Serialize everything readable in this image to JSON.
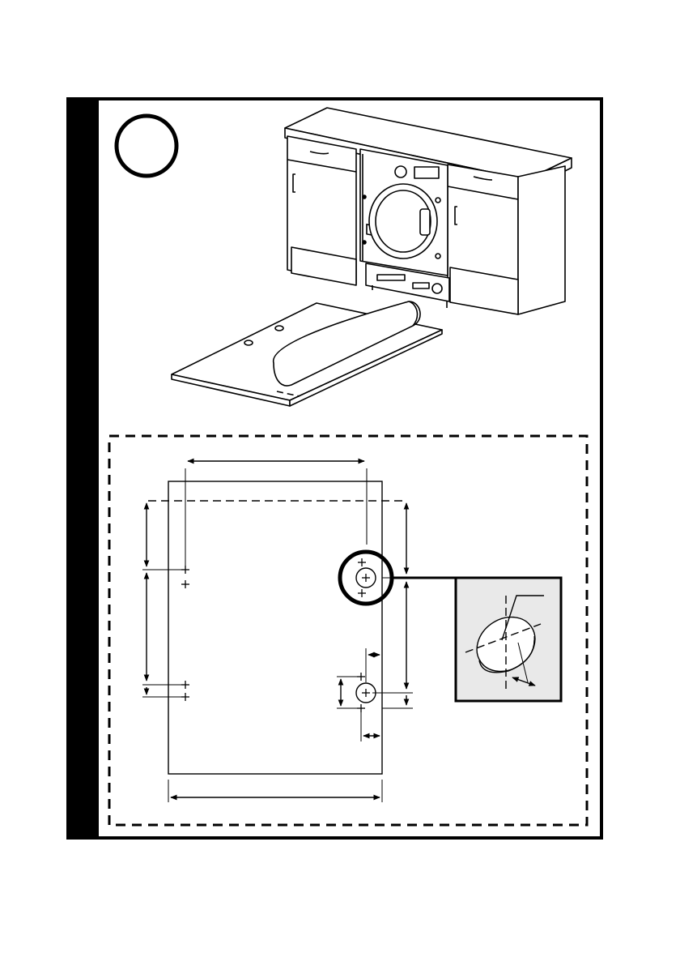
{
  "page": {
    "step_badge": {
      "shape": "circle",
      "label": ""
    },
    "illustration": {
      "subject": "built-in-washing-machine-between-kitchen-cabinets",
      "template_sheet": {
        "holes": 2
      }
    },
    "cutout_template": {
      "dimension_labels": [],
      "callout": {
        "subject": "hinge-hole-detail"
      }
    },
    "colors": {
      "ink": "#000000",
      "paper": "#ffffff",
      "side_bar": "#000000",
      "panel": "#e9e9e9"
    },
    "icons": [
      "circle-step-icon",
      "crosshair-marker-icon",
      "double-arrow-icon"
    ]
  }
}
